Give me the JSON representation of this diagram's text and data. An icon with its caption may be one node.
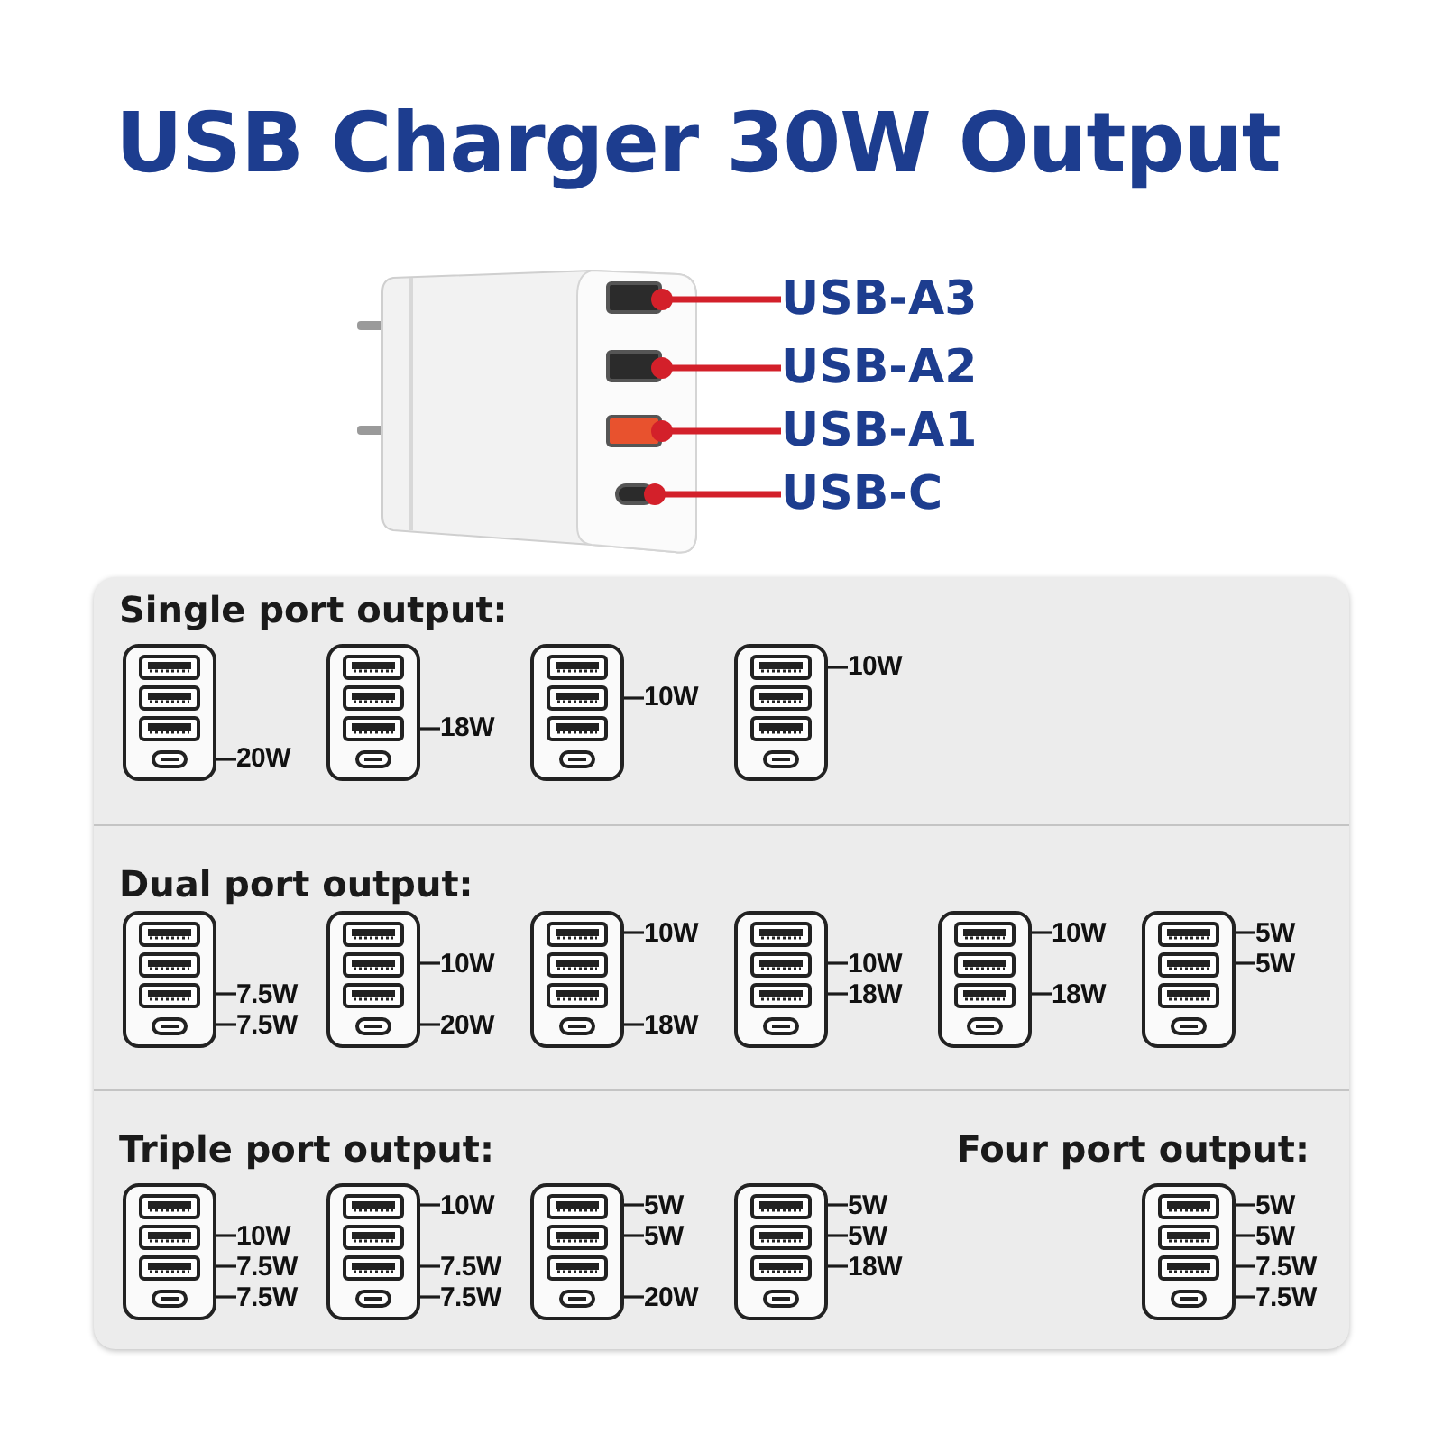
{
  "diagram": {
    "title": "USB Charger 30W Output",
    "nodes": [
      {
        "text": [
          "USB-A3"
        ]
      },
      {
        "text": [
          "USB-A2"
        ]
      },
      {
        "text": [
          "USB-A1"
        ]
      },
      {
        "text": [
          "USB-C"
        ]
      },
      {
        "text": [],
        "shape": "picture"
      },
      {
        "text": [],
        "shape": "bar",
        "in": 4
      },
      {
        "text": [],
        "shape": "bar",
        "in": 4
      },
      {
        "text": [],
        "shape": "bar",
        "in": 4
      },
      {
        "text": [],
        "shape": "bar",
        "in": 4
      },
      {
        "text": [],
        "shape": "box"
      },
      {
        "text": [
          "Single port output:"
        ],
        "in": 9
      },
      {
        "text": [
          "Dual port output:"
        ],
        "in": 9
      },
      {
        "text": [
          "Triple port output:"
        ],
        "in": 9
      },
      {
        "text": [
          "Four port output:"
        ],
        "in": 9
      },
      {
        "text": [],
        "shape": "box",
        "in": 10
      },
      {
        "text": [
          "20W"
        ],
        "in": 10
      },
      {
        "text": [],
        "shape": "box",
        "in": 10
      },
      {
        "text": [
          "18W"
        ],
        "in": 10
      },
      {
        "text": [],
        "shape": "box",
        "in": 10
      },
      {
        "text": [
          "10W"
        ],
        "in": 10
      },
      {
        "text": [],
        "shape": "box",
        "in": 10
      },
      {
        "text": [
          "10W"
        ],
        "in": 10
      },
      {
        "text": [],
        "shape": "box",
        "in": 11
      },
      {
        "text": [
          "7.5W"
        ],
        "in": 11
      },
      {
        "text": [
          "7.5W"
        ],
        "in": 11
      },
      {
        "text": [],
        "shape": "box",
        "in": 11
      },
      {
        "text": [
          "10W"
        ],
        "in": 11
      },
      {
        "text": [
          "20W"
        ],
        "in": 11
      },
      {
        "text": [],
        "shape": "box",
        "in": 11
      },
      {
        "text": [
          "10W"
        ],
        "in": 11
      },
      {
        "text": [
          "18W"
        ],
        "in": 11
      },
      {
        "text": [],
        "shape": "box",
        "in": 11
      },
      {
        "text": [
          "10W"
        ],
        "in": 11
      },
      {
        "text": [
          "18W"
        ],
        "in": 11
      },
      {
        "text": [],
        "shape": "box",
        "in": 11
      },
      {
        "text": [
          "10W"
        ],
        "in": 11
      },
      {
        "text": [
          "18W"
        ],
        "in": 11
      },
      {
        "text": [],
        "shape": "box",
        "in": 11
      },
      {
        "text": [
          "5W"
        ],
        "in": 11
      },
      {
        "text": [
          "5W"
        ],
        "in": 11
      },
      {
        "text": [],
        "shape": "box",
        "in": 12
      },
      {
        "text": [
          "10W"
        ],
        "in": 12
      },
      {
        "text": [
          "7.5W"
        ],
        "in": 12
      },
      {
        "text": [
          "7.5W"
        ],
        "in": 12
      },
      {
        "text": [],
        "shape": "box",
        "in": 12
      },
      {
        "text": [
          "10W"
        ],
        "in": 12
      },
      {
        "text": [
          "7.5W"
        ],
        "in": 12
      },
      {
        "text": [
          "7.5W"
        ],
        "in": 12
      },
      {
        "text": [],
        "shape": "box",
        "in": 12
      },
      {
        "text": [
          "5W"
        ],
        "in": 12
      },
      {
        "text": [
          "5W"
        ],
        "in": 12
      },
      {
        "text": [
          "20W"
        ],
        "in": 12
      },
      {
        "text": [],
        "shape": "box",
        "in": 12
      },
      {
        "text": [
          "5W"
        ],
        "in": 12
      },
      {
        "text": [
          "5W"
        ],
        "in": 12
      },
      {
        "text": [
          "18W"
        ],
        "in": 12
      },
      {
        "text": [],
        "shape": "box",
        "in": 13
      },
      {
        "text": [
          "5W"
        ],
        "in": 13
      },
      {
        "text": [
          "5W"
        ],
        "in": 13
      },
      {
        "text": [
          "7.5W"
        ],
        "in": 13
      },
      {
        "text": [
          "7.5W"
        ],
        "in": 13
      }
    ],
    "edges": [
      {
        "from": 0,
        "to": 5,
        "arrow": "other",
        "style": "thick",
        "color": "#d3202a"
      },
      {
        "from": 1,
        "to": 6,
        "arrow": "other",
        "style": "thick",
        "color": "#d3202a"
      },
      {
        "from": 2,
        "to": 7,
        "arrow": "other",
        "style": "thick",
        "color": "#d3202a"
      },
      {
        "from": 3,
        "to": 8,
        "arrow": "other",
        "style": "thick",
        "color": "#d3202a"
      },
      {
        "from": 15,
        "to": 14,
        "arrow": "none"
      },
      {
        "from": 17,
        "to": 16,
        "arrow": "none"
      },
      {
        "from": 19,
        "to": 18,
        "arrow": "none"
      },
      {
        "from": 21,
        "to": 20,
        "arrow": "none"
      },
      {
        "from": 23,
        "to": 22,
        "arrow": "none"
      },
      {
        "from": 24,
        "to": 22,
        "arrow": "none"
      },
      {
        "from": 26,
        "to": 25,
        "arrow": "none"
      },
      {
        "from": 27,
        "to": 25,
        "arrow": "none"
      },
      {
        "from": 29,
        "to": 28,
        "arrow": "none"
      },
      {
        "from": 30,
        "to": 28,
        "arrow": "none"
      },
      {
        "from": 32,
        "to": 31,
        "arrow": "none"
      },
      {
        "from": 33,
        "to": 31,
        "arrow": "none"
      },
      {
        "from": 35,
        "to": 34,
        "arrow": "none"
      },
      {
        "from": 36,
        "to": 34,
        "arrow": "none"
      },
      {
        "from": 38,
        "to": 37,
        "arrow": "none"
      },
      {
        "from": 39,
        "to": 37,
        "arrow": "none"
      },
      {
        "from": 41,
        "to": 40,
        "arrow": "none"
      },
      {
        "from": 42,
        "to": 40,
        "arrow": "none"
      },
      {
        "from": 43,
        "to": 40,
        "arrow": "none"
      },
      {
        "from": 45,
        "to": 44,
        "arrow": "none"
      },
      {
        "from": 46,
        "to": 44,
        "arrow": "none"
      },
      {
        "from": 47,
        "to": 44,
        "arrow": "none"
      },
      {
        "from": 49,
        "to": 48,
        "arrow": "none"
      },
      {
        "from": 50,
        "to": 48,
        "arrow": "none"
      },
      {
        "from": 51,
        "to": 48,
        "arrow": "none"
      },
      {
        "from": 53,
        "to": 52,
        "arrow": "none"
      },
      {
        "from": 54,
        "to": 52,
        "arrow": "none"
      },
      {
        "from": 55,
        "to": 52,
        "arrow": "none"
      },
      {
        "from": 57,
        "to": 56,
        "arrow": "none"
      },
      {
        "from": 58,
        "to": 56,
        "arrow": "none"
      },
      {
        "from": 59,
        "to": 56,
        "arrow": "none"
      },
      {
        "from": 60,
        "to": 56,
        "arrow": "none"
      }
    ]
  }
}
